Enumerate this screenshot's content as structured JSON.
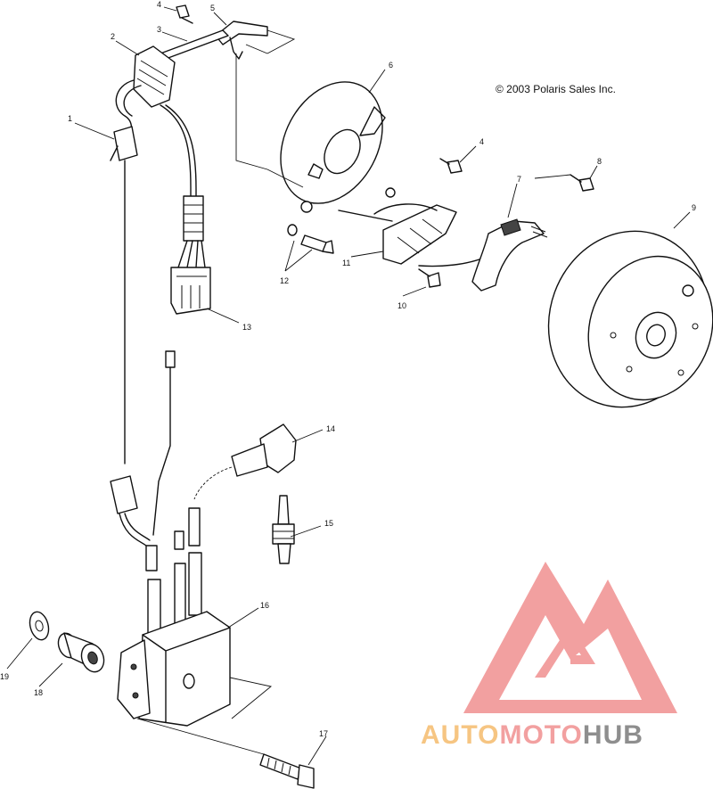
{
  "copyright": "© 2003 Polaris Sales Inc.",
  "watermark": {
    "part1": "AUTO",
    "part2": "MOTO",
    "part3": "HUB",
    "color_primary": "#f29b9b",
    "color_secondary": "#f6c27c",
    "color_tertiary": "#888888"
  },
  "callouts": {
    "c1": "1",
    "c2": "2",
    "c3": "3",
    "c4a": "4",
    "c4b": "4",
    "c5": "5",
    "c6": "6",
    "c7": "7",
    "c8": "8",
    "c9": "9",
    "c10": "10",
    "c11": "11",
    "c12": "12",
    "c13": "13",
    "c14": "14",
    "c15": "15",
    "c16": "16",
    "c17": "17",
    "c18": "18",
    "c19": "19"
  }
}
